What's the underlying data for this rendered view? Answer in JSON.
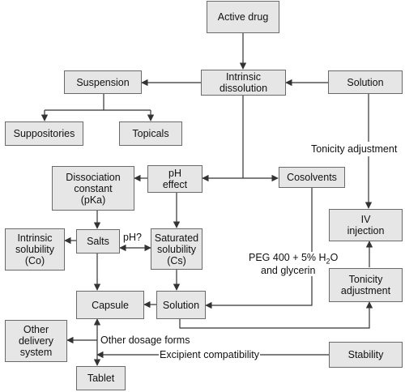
{
  "colors": {
    "box_fill": "#e6e6e6",
    "box_border": "#6a6a6a",
    "line": "#333333"
  },
  "nodes": {
    "active_drug": "Active drug",
    "intrinsic_dissolution": [
      "Intrinsic",
      "dissolution"
    ],
    "suspension": "Suspension",
    "solution_top": "Solution",
    "suppositories": "Suppositories",
    "topicals": "Topicals",
    "dissociation_constant": [
      "Dissociation",
      "constant",
      "(pKa)"
    ],
    "ph_effect": [
      "pH",
      "effect"
    ],
    "cosolvents": "Cosolvents",
    "iv_injection": [
      "IV",
      "injection"
    ],
    "intrinsic_solubility": [
      "Intrinsic",
      "solubility",
      "(Co)"
    ],
    "salts": "Salts",
    "saturated_solubility": [
      "Saturated",
      "solubility",
      "(Cs)"
    ],
    "tonicity_adjustment_box": [
      "Tonicity",
      "adjustment"
    ],
    "capsule": "Capsule",
    "solution_mid": "Solution",
    "other_delivery": [
      "Other",
      "delivery",
      "system"
    ],
    "stability": "Stability",
    "tablet": "Tablet"
  },
  "edge_labels": {
    "tonicity_adjustment": "Tonicity adjustment",
    "ph_question": "pH?",
    "peg_line1_pre": "PEG 400 + 5% H",
    "peg_line1_sub": "2",
    "peg_line1_post": "O",
    "peg_line2": "and glycerin",
    "other_dosage_forms": "Other dosage forms",
    "excipient_compatibility": "Excipient compatibility"
  }
}
